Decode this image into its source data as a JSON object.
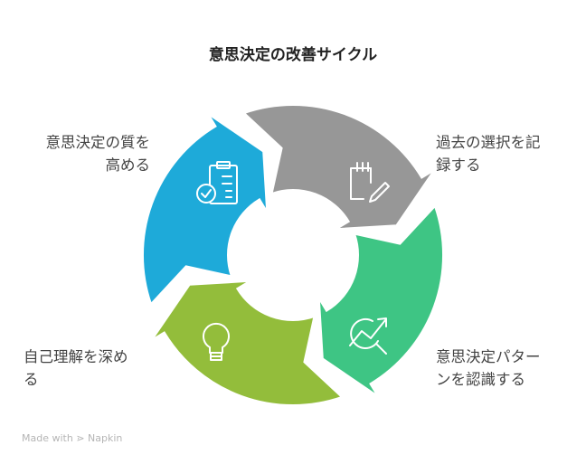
{
  "title": "意思決定の改善サイクル",
  "steps": [
    {
      "label_1": "意思決定の質を",
      "label_2": "高める",
      "icon": "clipboard-check-icon",
      "color": "#1eaad9"
    },
    {
      "label_1": "過去の選択を記",
      "label_2": "録する",
      "icon": "notepad-pencil-icon",
      "color": "#979797"
    },
    {
      "label_1": "意思決定パター",
      "label_2": "ンを認識する",
      "icon": "trend-magnifier-icon",
      "color": "#3ec584"
    },
    {
      "label_1": "自己理解を深め",
      "label_2": "る",
      "icon": "lightbulb-icon",
      "color": "#93bd3b"
    }
  ],
  "footer": "Made with ⋗ Napkin"
}
